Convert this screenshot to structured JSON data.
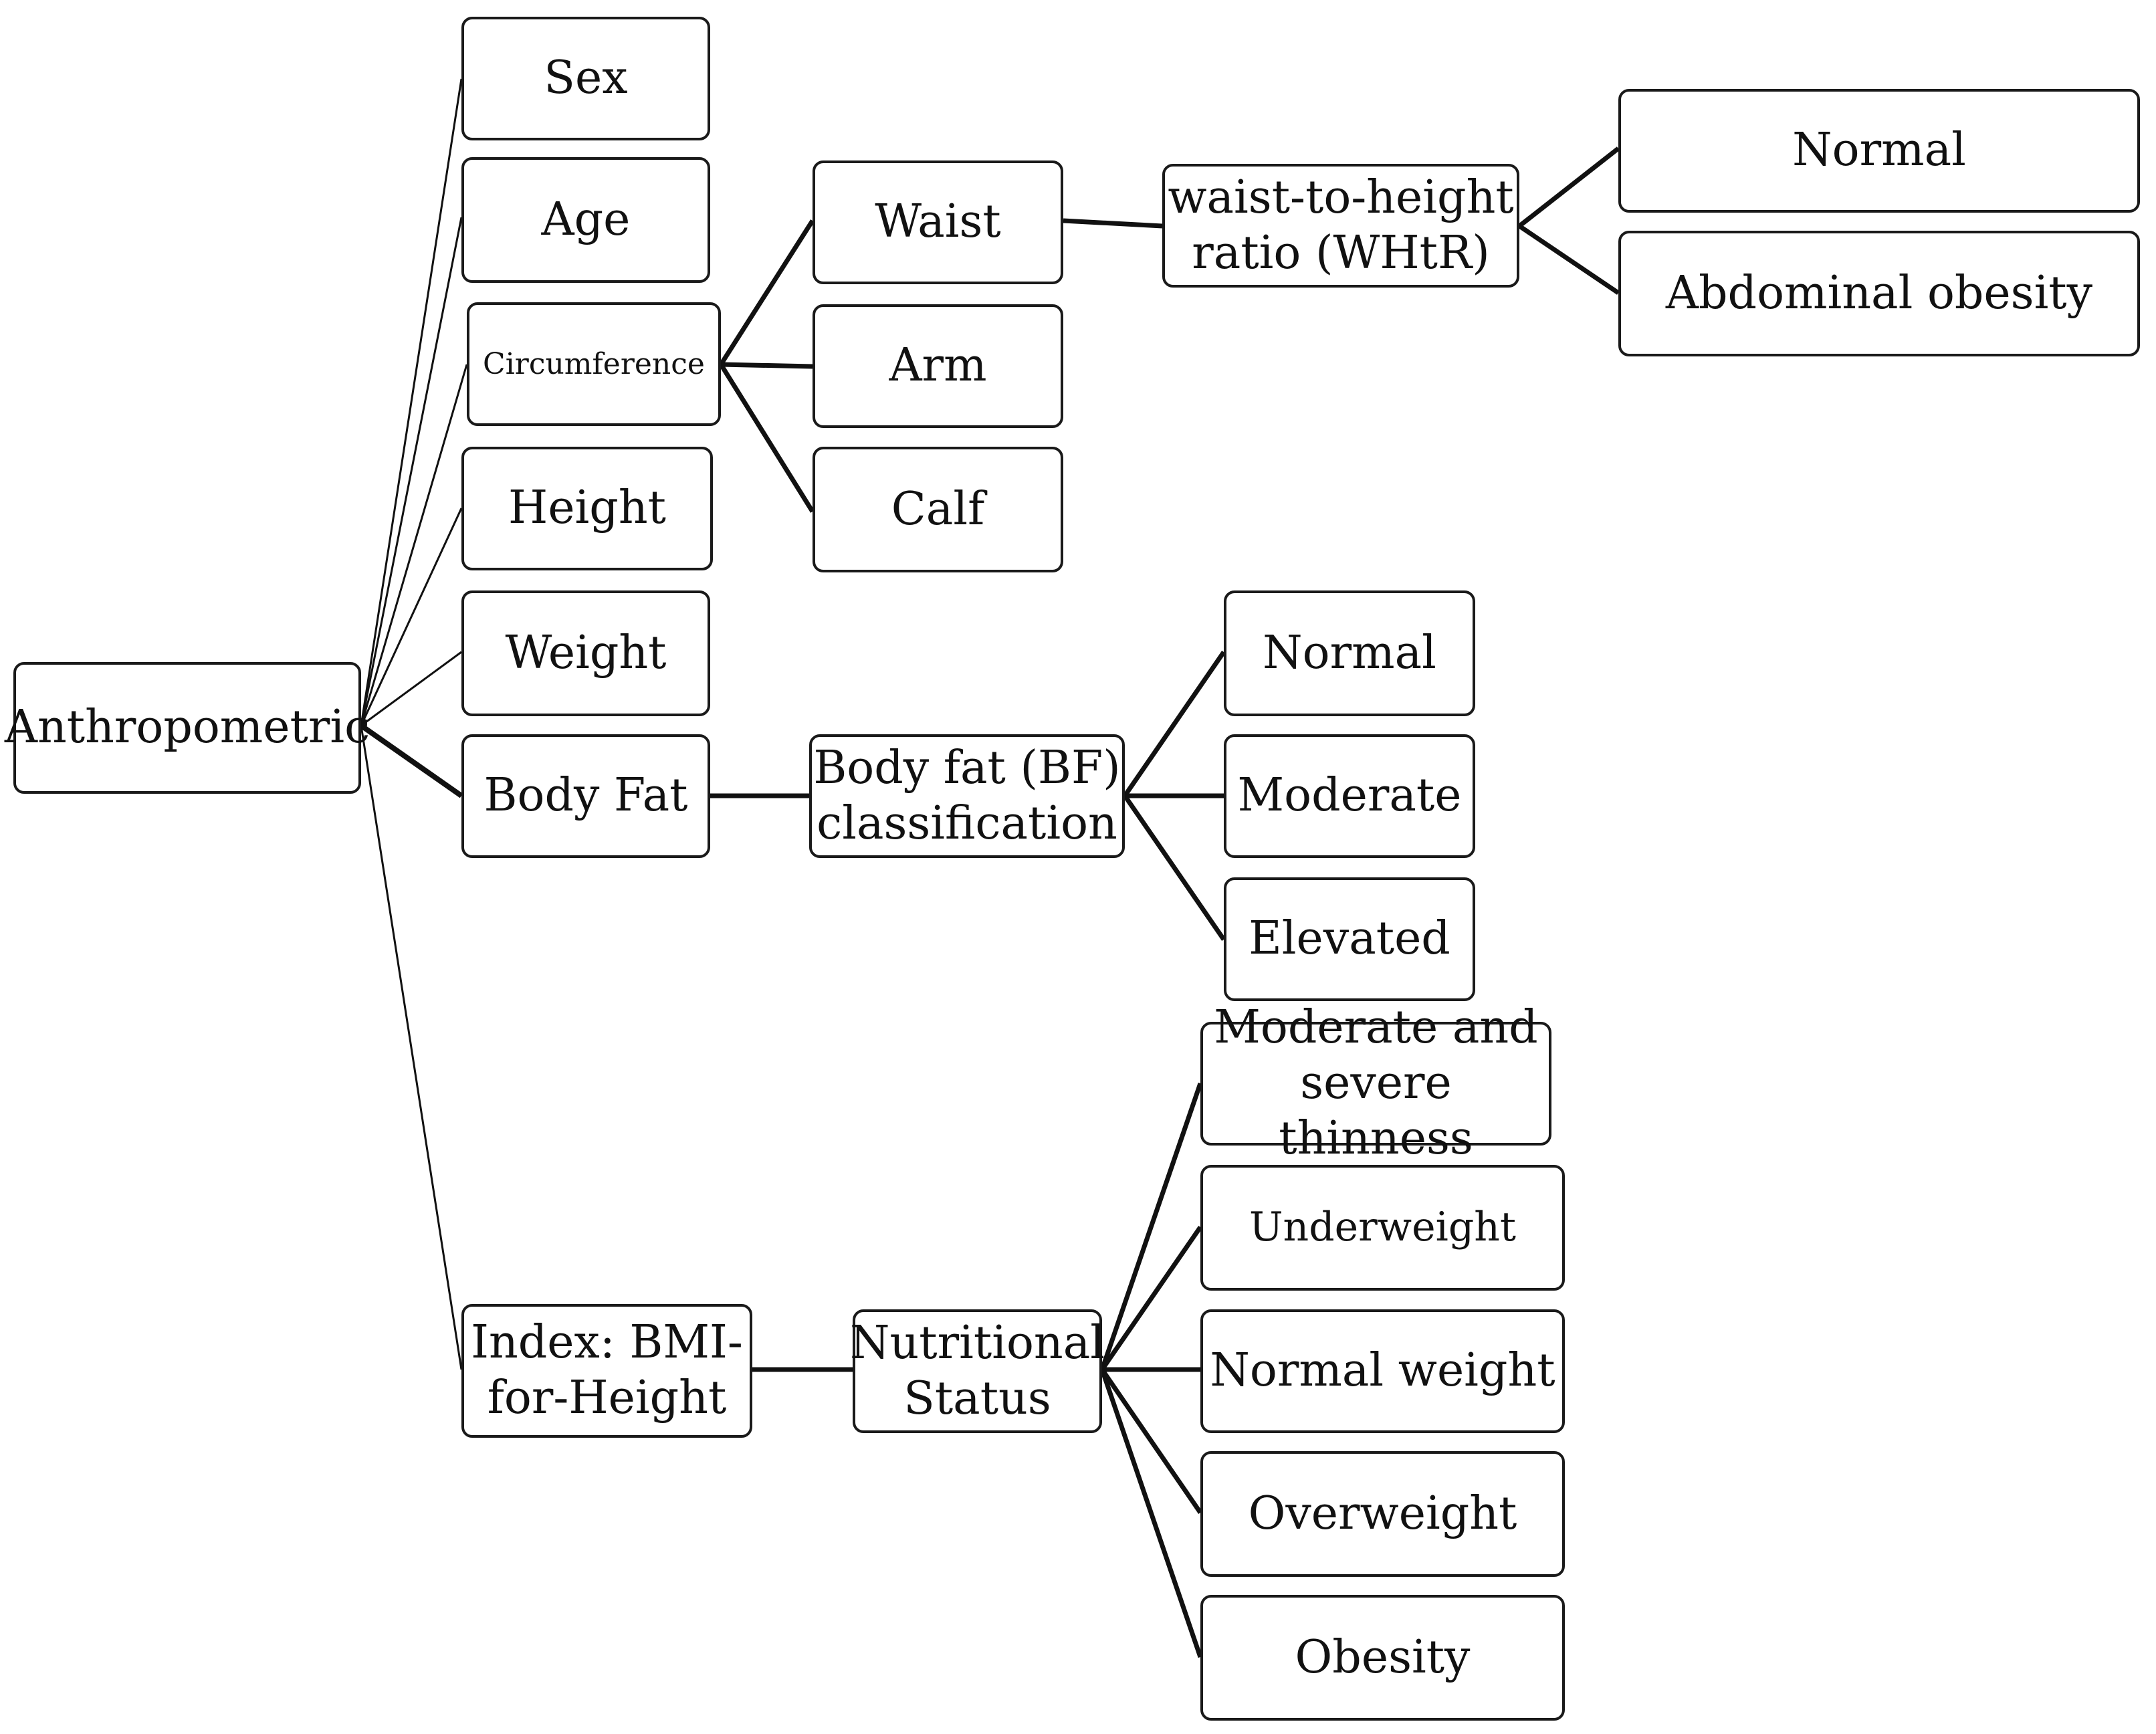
{
  "diagram": {
    "root": "Anthropometric",
    "attributes": {
      "sex": "Sex",
      "age": "Age",
      "circumference": "Circumference",
      "height": "Height",
      "weight": "Weight",
      "body_fat": "Body Fat",
      "bmi_index": "Index: BMI-\nfor-Height"
    },
    "circumference_children": {
      "waist": "Waist",
      "arm": "Arm",
      "calf": "Calf"
    },
    "whtr": {
      "label": "waist-to-height\nratio (WHtR)",
      "classes": [
        "Normal",
        "Abdominal obesity"
      ]
    },
    "body_fat_classification": {
      "label": "Body fat (BF)\nclassification",
      "classes": [
        "Normal",
        "Moderate",
        "Elevated"
      ]
    },
    "nutritional_status": {
      "label": "Nutritional\nStatus",
      "classes": [
        "Moderate and\nsevere thinness",
        "Underweight",
        "Normal weight",
        "Overweight",
        "Obesity"
      ]
    }
  }
}
